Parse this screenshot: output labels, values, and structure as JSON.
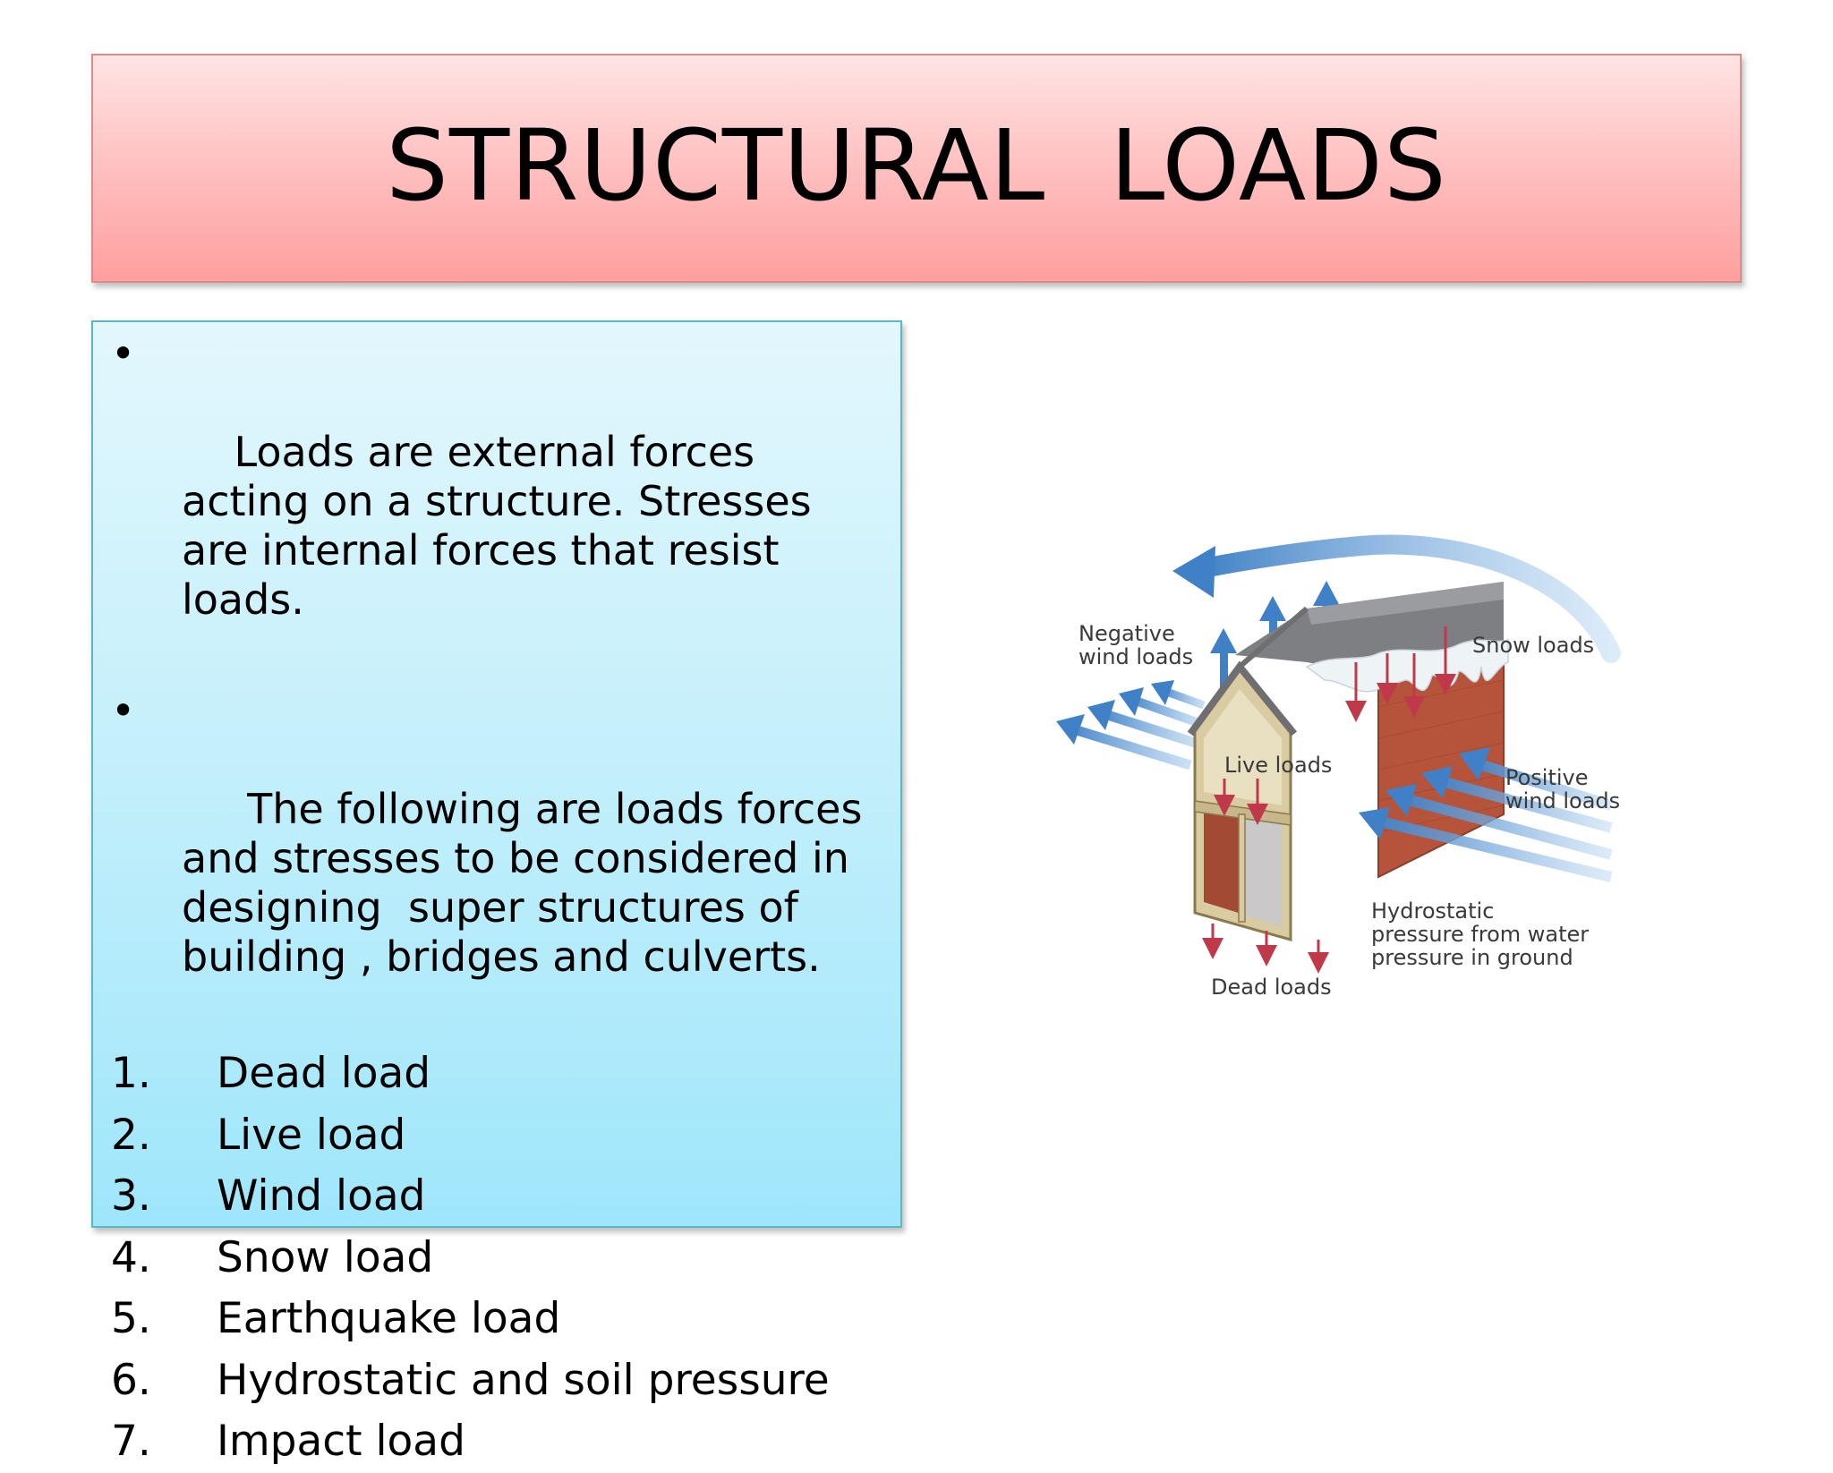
{
  "title": "STRUCTURAL  LOADS",
  "bullets": [
    "Loads are external forces acting on a structure. Stresses are internal forces that resist  loads.",
    " The following are loads forces and stresses to be considered in designing  super structures of building , bridges and culverts."
  ],
  "bullet_marker": "•",
  "numbered_items": [
    {
      "num": "1.",
      "text": "Dead load"
    },
    {
      "num": "2.",
      "text": "Live load"
    },
    {
      "num": "3.",
      "text": "Wind load"
    },
    {
      "num": "4.",
      "text": "Snow load"
    },
    {
      "num": "5.",
      "text": "Earthquake load"
    },
    {
      "num": "6.",
      "text": "Hydrostatic and soil pressure"
    },
    {
      "num": "7.",
      "text": "Impact load"
    }
  ],
  "figure": {
    "labels": {
      "negative_wind": "Negative\nwind loads",
      "snow": "Snow loads",
      "live": "Live loads",
      "positive_wind": "Positive\nwind loads",
      "hydrostatic": "Hydrostatic\npressure from water\npressure in ground",
      "dead": "Dead loads"
    }
  },
  "colors": {
    "title_gradient_top": "#ffe4e4",
    "title_gradient_bottom": "#ff9f9f",
    "content_gradient_top": "#e3f7fd",
    "content_gradient_bottom": "#9fe6fb",
    "wind_arrow": "#4f8fd0",
    "load_arrow": "#c0394a",
    "brick": "#b5543a"
  }
}
